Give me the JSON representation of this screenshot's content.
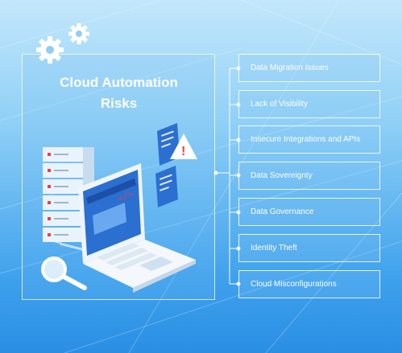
{
  "title": {
    "line1": "Cloud Automation",
    "line2": "Risks"
  },
  "risks": [
    "Data Migration Issues",
    "Lack of Visibility",
    "Insecure Integrations and APIs",
    "Data Sovereignty",
    "Data Governance",
    "Identity Theft",
    "Cloud Misconfigurations"
  ],
  "illustration": {
    "code_symbol": "</>",
    "alert_symbol": "!",
    "icons": [
      "gear-icon",
      "server-icon",
      "laptop-icon",
      "document-icon",
      "warning-icon",
      "magnifier-icon"
    ]
  },
  "colors": {
    "background_top": "#c3e7fb",
    "background_bottom": "#2a8fe4",
    "accent_red": "#e8404a",
    "line_white": "#ffffff"
  }
}
